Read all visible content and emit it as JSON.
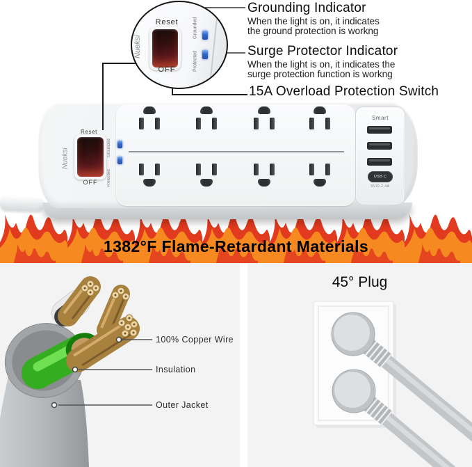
{
  "callouts": {
    "grounding": {
      "title": "Grounding Indicator",
      "desc1": "When the light is on, it indicates",
      "desc2": "the ground protection is workng"
    },
    "surge": {
      "title": "Surge Protector Indicator",
      "desc1": "When the light is on, it indicates the",
      "desc2": "surge protection function is workng"
    },
    "overload": {
      "title": "15A Overload Protection Switch"
    }
  },
  "inset": {
    "reset": "Reset",
    "off": "OFF",
    "brand": "Nueksi",
    "grounded": "Grounded",
    "protected": "Protected"
  },
  "strip": {
    "reset": "Reset",
    "off": "OFF",
    "brand": "Nueksi",
    "grounded": "Grounded",
    "protected": "Protected",
    "usb": {
      "smart": "Smart",
      "usb_c": "USB C",
      "output": "5V/0-2.4A"
    }
  },
  "banner": {
    "text": "1382°F Flame-Retardant Materials"
  },
  "cable_section": {
    "labels": [
      "100% Copper Wire",
      "Insulation",
      "Outer Jacket"
    ]
  },
  "plug_section": {
    "title": "45° Plug"
  },
  "colors": {
    "flame_orange": "#F6891F",
    "flame_red": "#E23A1E",
    "led_blue": "#2F66CC",
    "switch_red": "#6E1A1D",
    "insulation_green": "#35B01F",
    "copper": "#C79D63"
  }
}
